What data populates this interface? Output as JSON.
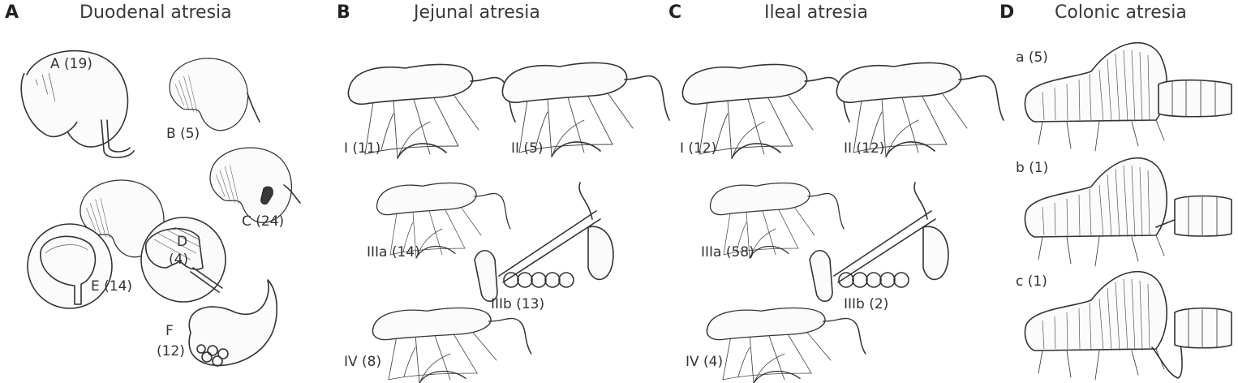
{
  "panels": [
    {
      "letter": "A",
      "title": "Duodenal atresia",
      "labels": [
        "A (19)",
        "B (5)",
        "C (24)",
        "D",
        "(4)",
        "E (14)",
        "F",
        "(12)"
      ]
    },
    {
      "letter": "B",
      "title": "Jejunal atresia",
      "labels": [
        "I (11)",
        "II (5)",
        "IIIa (14)",
        "IIIb (13)",
        "IV (8)"
      ]
    },
    {
      "letter": "C",
      "title": "Ileal atresia",
      "labels": [
        "I (12)",
        "II (12)",
        "IIIa (58)",
        "IIIb (2)",
        "IV (4)"
      ]
    },
    {
      "letter": "D",
      "title": "Colonic atresia",
      "labels": [
        "a (5)",
        "b (1)",
        "c (1)"
      ]
    }
  ]
}
